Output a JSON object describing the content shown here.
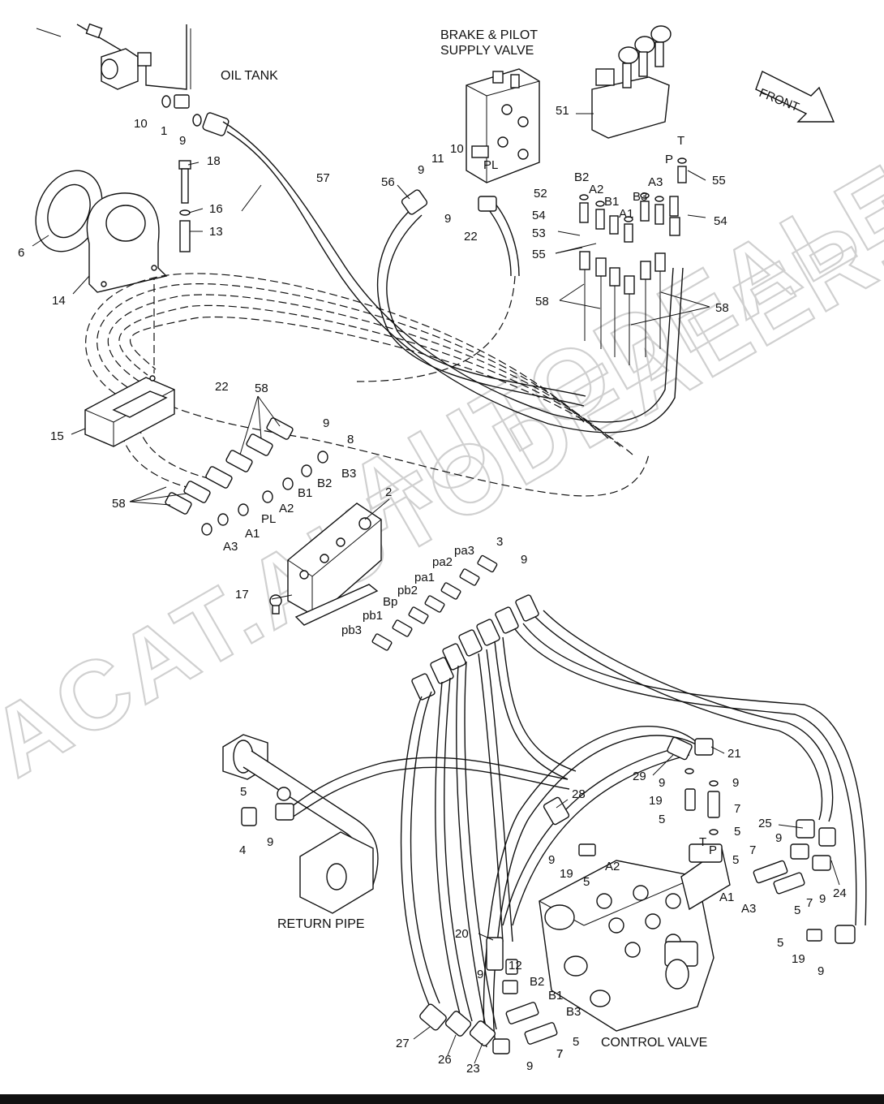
{
  "captions": {
    "oil_tank": "OIL TANK",
    "brake_pilot_line1": "BRAKE & PILOT",
    "brake_pilot_line2": "SUPPLY VALVE",
    "front": "FRONT",
    "return_pipe": "RETURN PIPE",
    "control_valve": "CONTROL VALVE"
  },
  "watermark": {
    "text_lower": "ACAT.AUTODEALER.RU",
    "text_upper": "AUTODEALER.RU"
  },
  "callouts": [
    "10",
    "1",
    "9",
    "57",
    "18",
    "16",
    "13",
    "6",
    "14",
    "15",
    "56",
    "9",
    "11",
    "10",
    "PL",
    "9",
    "22",
    "51",
    "T",
    "P",
    "B2",
    "A2",
    "B1",
    "A1",
    "B3",
    "A3",
    "55",
    "52",
    "54",
    "53",
    "55",
    "58",
    "58",
    "54",
    "22",
    "58",
    "9",
    "8",
    "B3",
    "B2",
    "B1",
    "A2",
    "PL",
    "A1",
    "A3",
    "58",
    "2",
    "pa3",
    "3",
    "9",
    "pa2",
    "pa1",
    "pb2",
    "Bp",
    "pb1",
    "pb3",
    "17",
    "21",
    "29",
    "9",
    "9",
    "19",
    "7",
    "5",
    "5",
    "28",
    "25",
    "T",
    "P",
    "9",
    "19",
    "5",
    "A2",
    "5",
    "7",
    "9",
    "5",
    "7",
    "9",
    "24",
    "A1",
    "A3",
    "5",
    "19",
    "9",
    "20",
    "9",
    "12",
    "B2",
    "B1",
    "B3",
    "5",
    "7",
    "5",
    "4",
    "9",
    "27",
    "26",
    "23",
    "9",
    "7"
  ]
}
